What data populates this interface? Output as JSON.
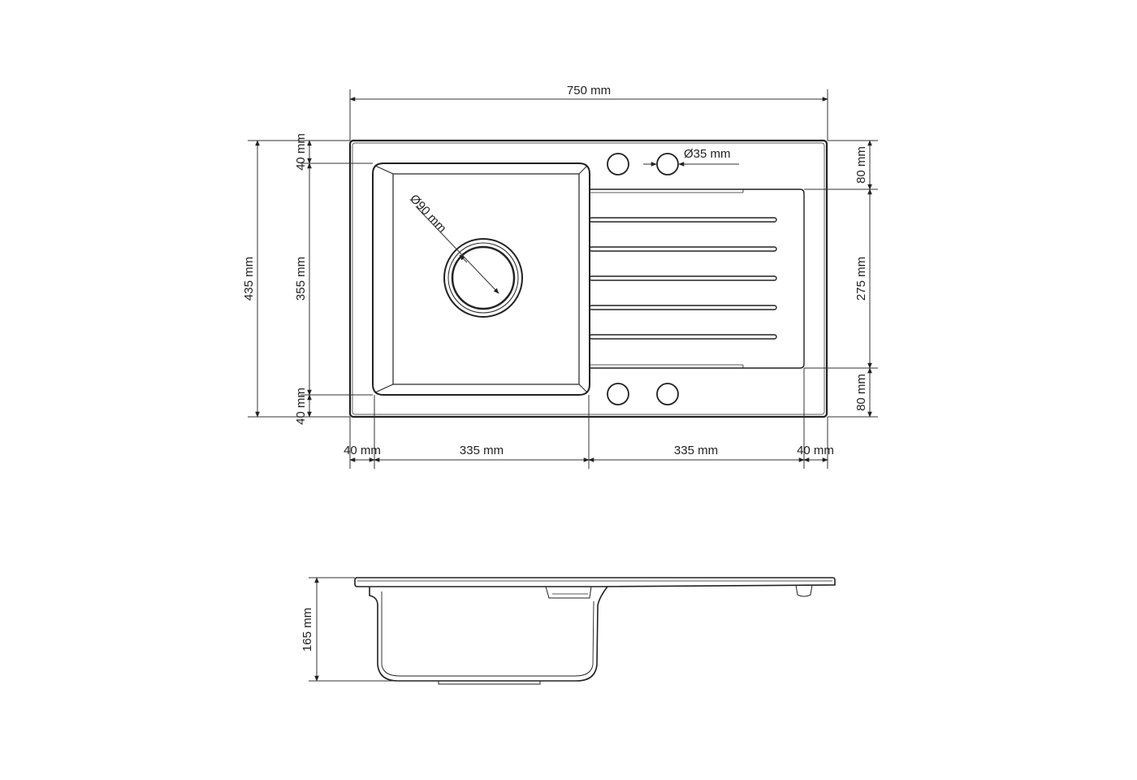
{
  "top_view": {
    "overall_width": "750 mm",
    "overall_depth": "435 mm",
    "bowl_depth": "355 mm",
    "margin_top_left": "40 mm",
    "margin_bottom_left": "40 mm",
    "margin_top_right": "80 mm",
    "drainer_depth": "275 mm",
    "margin_bottom_right": "80 mm",
    "tap_hole_diameter": "Ø35 mm",
    "drain_diameter": "Ø90 mm",
    "margin_left": "40 mm",
    "bowl_width": "335 mm",
    "drainer_width": "335 mm",
    "margin_right": "40 mm"
  },
  "side_view": {
    "bowl_height": "165 mm"
  },
  "colors": {
    "line": "#222222",
    "background": "#ffffff"
  }
}
